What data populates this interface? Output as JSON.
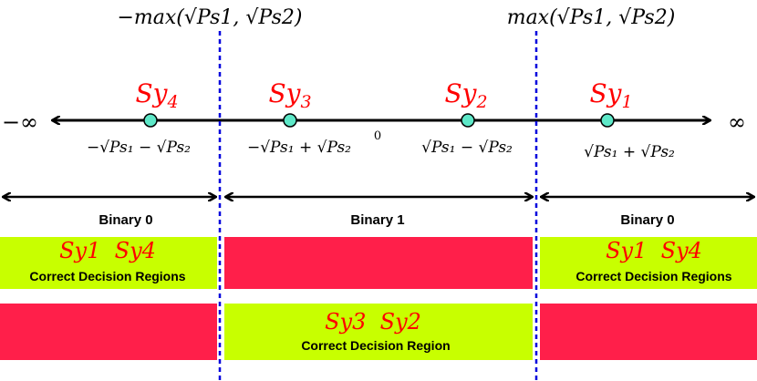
{
  "axis": {
    "left_infinity": "−∞",
    "right_infinity": "∞",
    "zero_label": "0",
    "left_threshold": "−max(√Ps1, √Ps2)",
    "right_threshold": "max(√Ps1, √Ps2)"
  },
  "symbols": [
    {
      "label": "Sy4",
      "name": "Sy",
      "sub": "4",
      "value": "−√Ps₁ − √Ps₂"
    },
    {
      "label": "Sy3",
      "name": "Sy",
      "sub": "3",
      "value": "−√Ps₁ + √Ps₂"
    },
    {
      "label": "Sy2",
      "name": "Sy",
      "sub": "2",
      "value": "√Ps₁ − √Ps₂"
    },
    {
      "label": "Sy1",
      "name": "Sy",
      "sub": "1",
      "value": "√Ps₁ + √Ps₂"
    }
  ],
  "decision_regions": {
    "left": "Binary 0",
    "middle": "Binary 1",
    "right": "Binary 0"
  },
  "correct_regions": {
    "left_symbols": "Sy1  Sy4",
    "left_label": "Correct Decision Regions",
    "right_symbols": "Sy1  Sy4",
    "right_label": "Correct Decision Regions",
    "middle_symbols": "Sy3  Sy2",
    "middle_label": "Correct Decision Region"
  },
  "colors": {
    "correct": "#c8ff00",
    "wrong": "#ff1f4a",
    "point": "#5ee8c8",
    "threshold": "#0000dd",
    "symbol_text": "#ff0000"
  }
}
